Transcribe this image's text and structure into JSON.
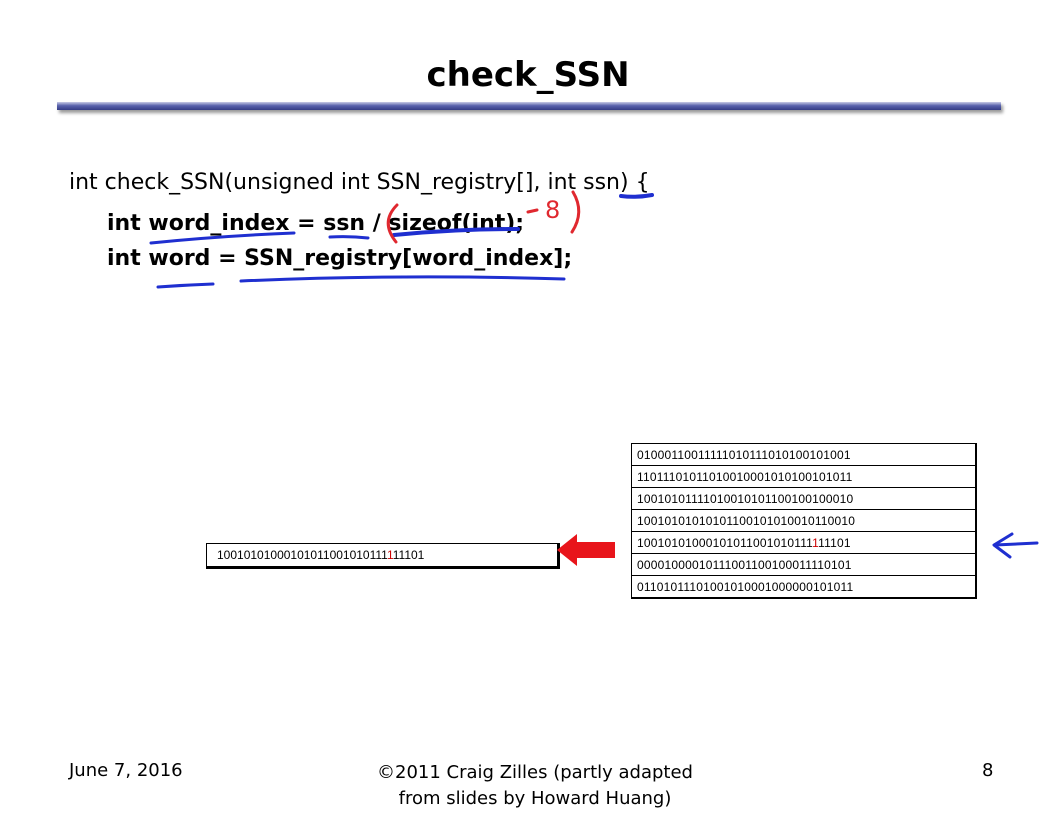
{
  "slide": {
    "title": "check_SSN",
    "code": {
      "line0": "int check_SSN(unsigned int SSN_registry[], int ssn) {",
      "line1": "int word_index = ssn / sizeof(int);",
      "line2": "int word = SSN_registry[word_index];"
    },
    "registry_rows": [
      "01000110011111010111010100101001",
      "11011101011010010001010100101011",
      "10010101111010010101100100100010",
      "10010101010101100101010010110010",
      "10010101000101011001010111111101",
      "00001000010111001100100011110101",
      "01101011101001010001000000101011"
    ],
    "highlight_row_index": 4,
    "highlight_bit_index": 26,
    "extracted_word": "10010101000101011001010111111101",
    "annotation_digit": "8",
    "footer": {
      "date": "June 7, 2016",
      "credit_line1": "©2011 Craig Zilles (partly adapted",
      "credit_line2": "from slides by Howard Huang)",
      "page": "8"
    },
    "colors": {
      "title_bar": "#3f4792",
      "highlight": "#cc0000",
      "arrow": "#e8151b",
      "blue_ink": "#1f2fd0",
      "red_ink": "#e0282f"
    }
  }
}
